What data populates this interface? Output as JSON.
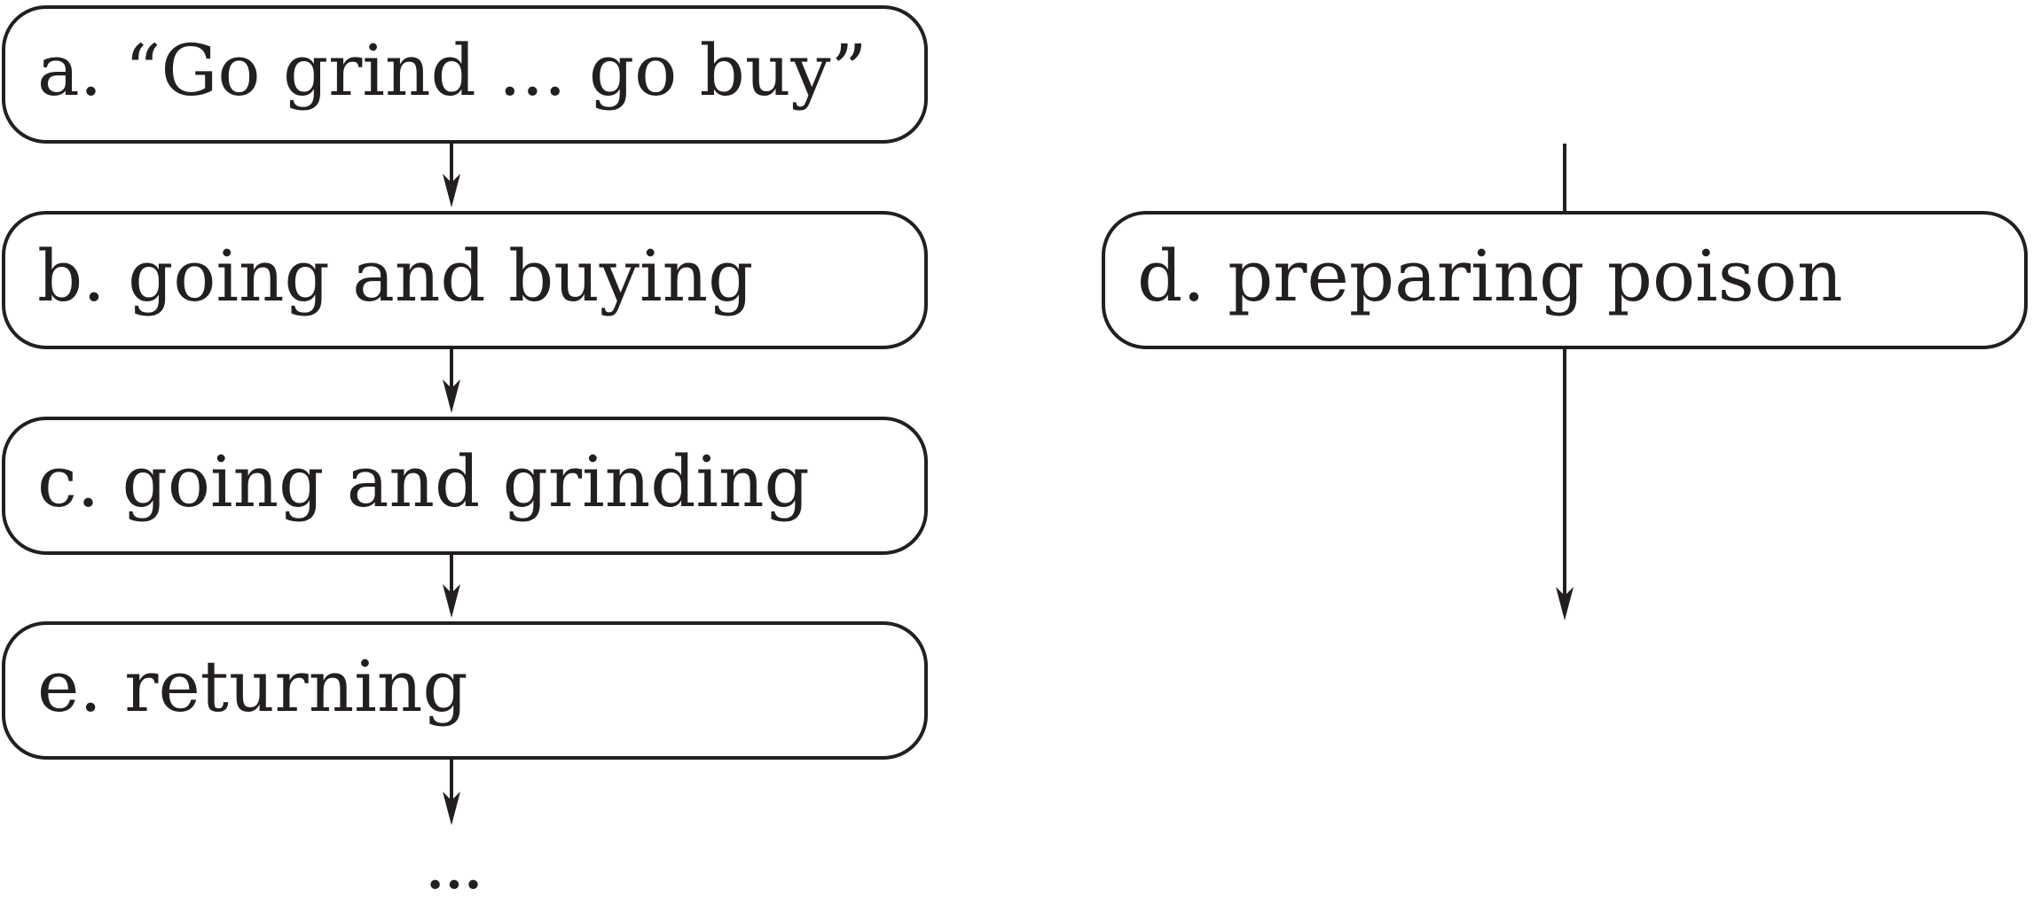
{
  "diagram": {
    "nodes": {
      "a": {
        "label": "a. “Go grind ... go buy”"
      },
      "b": {
        "label": "b. going and buying"
      },
      "c": {
        "label": "c. going and grinding"
      },
      "d": {
        "label": "d. preparing poison"
      },
      "e": {
        "label": "e. returning"
      }
    },
    "continuation": "...",
    "edges": [
      {
        "from": "a",
        "to": "b"
      },
      {
        "from": "b",
        "to": "c"
      },
      {
        "from": "c",
        "to": "e"
      },
      {
        "from": "e",
        "to": "continuation"
      },
      {
        "from": "incoming",
        "to": "d"
      },
      {
        "from": "d",
        "to": "outgoing"
      }
    ],
    "colors": {
      "stroke": "#231f20",
      "background": "#ffffff"
    }
  }
}
